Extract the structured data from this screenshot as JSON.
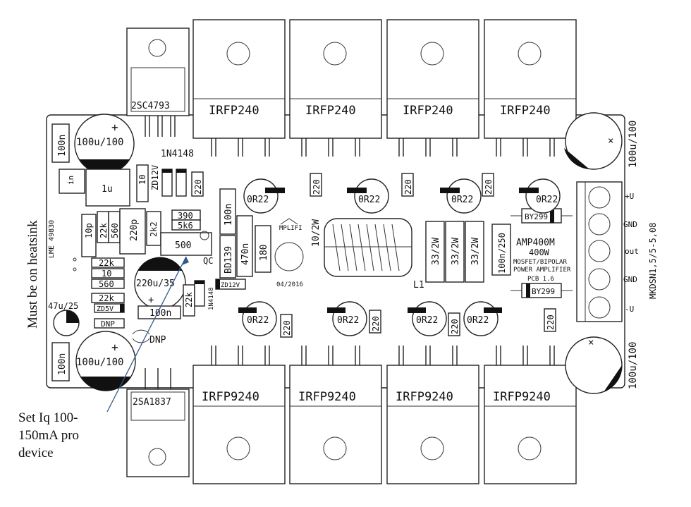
{
  "board": {
    "name": "AMP400M",
    "power": "400W",
    "desc1": "MOSFET/BIPOLAR",
    "desc2": "POWER AMPLIFIER",
    "pcb": "PCB 1.6",
    "date": "04/2016",
    "edge_code": "MKDSN1,5/5-5,08",
    "id": "LME 49830",
    "logo": "MPLIFI"
  },
  "transistors_top": [
    "IRFP240",
    "IRFP240",
    "IRFP240",
    "IRFP240"
  ],
  "transistors_bottom": [
    "IRFP9240",
    "IRFP9240",
    "IRFP9240",
    "IRFP9240"
  ],
  "driver_top": "2SC4793",
  "driver_bottom": "2SA1837",
  "components": {
    "c100n": "100n",
    "c100u100": "100u/100",
    "c220u35": "220u/35",
    "c47u25": "47u/25",
    "c10p": "10p",
    "c220p": "220p",
    "c100n250": "100n/250",
    "r22k": "22k",
    "r560": "560",
    "r10": "10",
    "r390": "390",
    "r5k6": "5k6",
    "r2k2": "2k2",
    "r500": "500",
    "r470n": "470n",
    "r180": "180",
    "r220": "220",
    "r0r22": "0R22",
    "r33_2w": "33/2W",
    "r10_2w": "10/2W",
    "l1u": "1u",
    "l1": "L1",
    "in": "in",
    "d1n4148": "1N4148",
    "zd12v": "ZD12V",
    "zd5v": "ZD5V",
    "dnp": "DNP",
    "bd139": "BD139",
    "by299": "BY299",
    "qc": "QC",
    "plus": "+",
    "x": "×"
  },
  "terminal_labels": [
    "+U",
    "GND",
    "out",
    "GND",
    "-U"
  ],
  "annotations": {
    "heatsink": "Must be on heatsink",
    "iq_line1": "Set Iq 100-",
    "iq_line2": "150mA pro",
    "iq_line3": "device"
  }
}
